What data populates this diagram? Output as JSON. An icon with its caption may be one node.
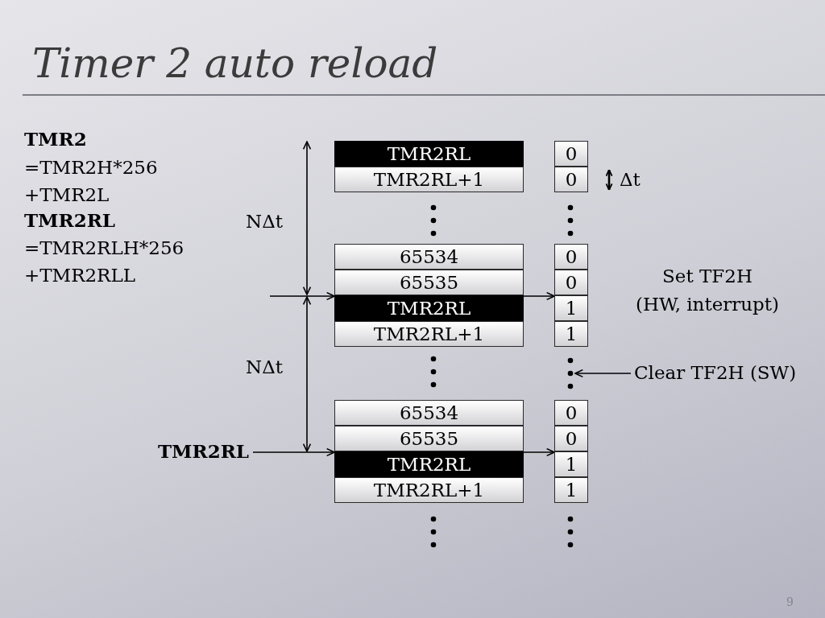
{
  "diagram": {
    "title": "Timer 2 auto reload",
    "nodes": [
      {
        "text": [
          "TMR2RL"
        ]
      },
      {
        "text": [
          "TMR2RL+1"
        ]
      },
      {
        "text": [
          "0"
        ]
      },
      {
        "text": [
          "0"
        ]
      },
      {
        "text": [
          "65534"
        ]
      },
      {
        "text": [
          "65535"
        ]
      },
      {
        "text": [
          "TMR2RL"
        ]
      },
      {
        "text": [
          "TMR2RL+1"
        ]
      },
      {
        "text": [
          "0"
        ]
      },
      {
        "text": [
          "0"
        ]
      },
      {
        "text": [
          "1"
        ]
      },
      {
        "text": [
          "1"
        ]
      },
      {
        "text": [],
        "shape": "dots"
      },
      {
        "text": [
          "Clear TF2H (SW)"
        ]
      },
      {
        "text": [
          "TMR2RL"
        ]
      },
      {
        "text": [
          "65534"
        ]
      },
      {
        "text": [
          "65535"
        ]
      },
      {
        "text": [
          "TMR2RL"
        ]
      },
      {
        "text": [
          "TMR2RL+1"
        ]
      },
      {
        "text": [
          "0"
        ]
      },
      {
        "text": [
          "0"
        ]
      },
      {
        "text": [
          "1"
        ]
      },
      {
        "text": [
          "1"
        ]
      }
    ],
    "edges": [
      {
        "from": null,
        "to": 6,
        "arrow": "to"
      },
      {
        "from": 6,
        "to": 10,
        "arrow": "to"
      },
      {
        "from": 13,
        "to": 12,
        "arrow": "to"
      },
      {
        "from": 14,
        "to": 17,
        "arrow": "to"
      },
      {
        "from": 17,
        "to": 21,
        "arrow": "to"
      }
    ],
    "labels": [
      "TMR2",
      "=TMR2H*256 +TMR2L",
      "TMR2RL",
      "=TMR2RLH*256 +TMR2RLL",
      "Δt",
      "NΔt",
      "Set TF2H (HW, interrupt)",
      "NΔt",
      "9"
    ]
  }
}
